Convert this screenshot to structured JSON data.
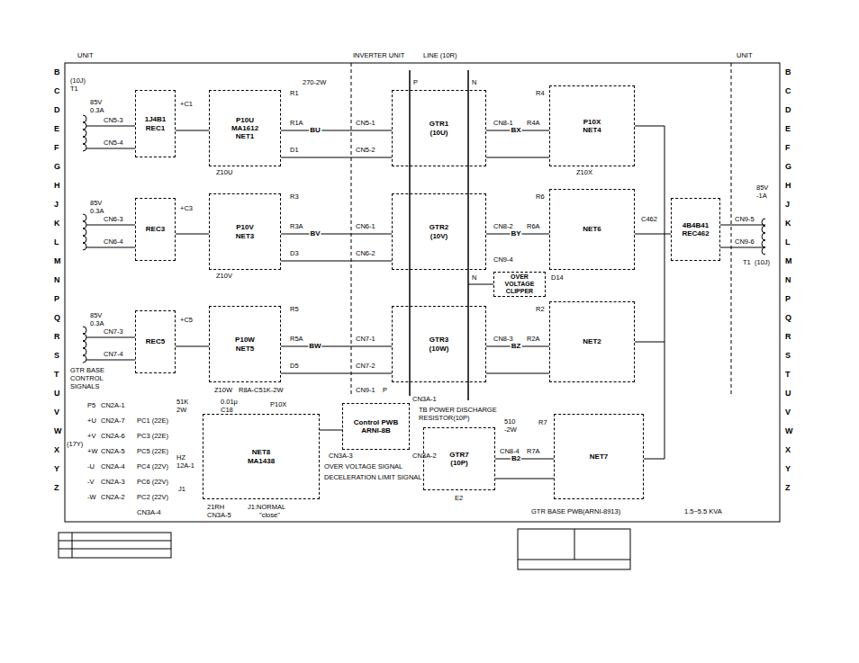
{
  "diagram": {
    "nodes": [
      {
        "text": [
          "1J4B1",
          "REC1"
        ]
      },
      {
        "text": [
          "P10U",
          "MA1612",
          "NET1"
        ]
      },
      {
        "text": [
          "GTR1",
          "(10U)"
        ]
      },
      {
        "text": [
          "P10X",
          "NET4"
        ]
      },
      {
        "text": [
          "REC3"
        ]
      },
      {
        "text": [
          "P10V",
          "NET3"
        ]
      },
      {
        "text": [
          "GTR2",
          "(10V)"
        ]
      },
      {
        "text": [
          "NET6"
        ]
      },
      {
        "text": [
          "4B4B41",
          "REC462"
        ]
      },
      {
        "text": [
          "OVER VOLTAGE CLIPPER"
        ]
      },
      {
        "text": [
          "REC5"
        ]
      },
      {
        "text": [
          "P10W",
          "NET5"
        ]
      },
      {
        "text": [
          "GTR3",
          "(10W)"
        ]
      },
      {
        "text": [
          "NET2"
        ]
      },
      {
        "text": [
          "NET8",
          "MA1438"
        ]
      },
      {
        "text": [
          "Control PWB",
          "ARNI-8B"
        ]
      },
      {
        "text": [
          "GTR7",
          "(10P)"
        ]
      },
      {
        "text": [
          "NET7"
        ]
      }
    ],
    "edges": [
      {
        "from": 0,
        "to": 1,
        "arrow": "none"
      },
      {
        "from": 1,
        "to": 2,
        "label": "BU",
        "arrow": "none"
      },
      {
        "from": 3,
        "to": 2,
        "label": "BX",
        "arrow": "none"
      },
      {
        "from": 4,
        "to": 5,
        "arrow": "none"
      },
      {
        "from": 5,
        "to": 6,
        "label": "BV",
        "arrow": "none"
      },
      {
        "from": 7,
        "to": 6,
        "label": "BY",
        "arrow": "none"
      },
      {
        "from": 8,
        "to": 7,
        "arrow": "none"
      },
      {
        "from": 10,
        "to": 11,
        "arrow": "none"
      },
      {
        "from": 11,
        "to": 12,
        "label": "BW",
        "arrow": "none"
      },
      {
        "from": 13,
        "to": 12,
        "label": "BZ",
        "arrow": "none"
      },
      {
        "from": 17,
        "to": 16,
        "label": "B2",
        "arrow": "none"
      },
      {
        "from": 14,
        "to": 15,
        "arrow": "none"
      }
    ],
    "labels": [
      "B",
      "C",
      "D",
      "E",
      "F",
      "G",
      "H",
      "J",
      "K",
      "L",
      "M",
      "N",
      "P",
      "Q",
      "R",
      "S",
      "T",
      "U",
      "V",
      "W",
      "X",
      "Y",
      "Z",
      "B",
      "C",
      "D",
      "E",
      "F",
      "G",
      "H",
      "J",
      "K",
      "L",
      "M",
      "N",
      "P",
      "Q",
      "R",
      "S",
      "T",
      "U",
      "V",
      "W",
      "X",
      "Y",
      "Z",
      "UNIT",
      "INVERTER UNIT",
      "LINE (10R)",
      "UNIT",
      "(10J)",
      "T1",
      "85V",
      "0.3A",
      "CN5-3",
      "CN5-4",
      "+C1",
      "R1",
      "270-2W",
      "R1A",
      "CN5-1",
      "D1",
      "CN5-2",
      "Z10U",
      "P",
      "N",
      "CN8-1",
      "R4A",
      "R4",
      "Z10X",
      "85V",
      "0.3A",
      "CN6-3",
      "CN6-4",
      "+C3",
      "R3",
      "R3A",
      "CN6-1",
      "D3",
      "CN6-2",
      "Z10V",
      "CN8-2",
      "R6A",
      "R6",
      "C462",
      "85V",
      "-1A",
      "CN9-5",
      "CN9-6",
      "T1",
      "(10J)",
      "CN9-4",
      "N",
      "D14",
      "85V",
      "0.3A",
      "CN7-3",
      "CN7-4",
      "+C5",
      "R5",
      "R5A",
      "CN7-1",
      "D5",
      "CN7-2",
      "Z10W",
      "R8A-C51K-2W",
      "CN9-1",
      "P",
      "CN8-3",
      "R2A",
      "R2",
      "GTR BASE",
      "CONTROL",
      "SIGNALS",
      "P5",
      "+U",
      "+V",
      "+W",
      "-U",
      "-V",
      "-W",
      "CN2A-1",
      "CN2A-7",
      "CN2A-6",
      "CN2A-5",
      "CN2A-4",
      "CN2A-3",
      "CN2A-2",
      "PC1 (22E)",
      "PC3 (22E)",
      "PC5 (22E)",
      "PC4 (22V)",
      "PC6 (22V)",
      "PC2 (22V)",
      "(17Y)",
      "CN3A-4",
      "51K",
      "2W",
      "0.01μ",
      "C18",
      "P10X",
      "HZ",
      "12A-1",
      "J1",
      "21RH",
      "CN3A-5",
      "J1:NORMAL",
      "\"close\"",
      "CN3A-1",
      "CN3A-3",
      "CN3A-2",
      "OVER VOLTAGE SIGNAL",
      "DECELERATION LIMIT SIGNAL",
      "TB POWER DISCHARGE",
      "RESISTOR(10P)",
      "CN8-4",
      "R7A",
      "510",
      "-2W",
      "R7",
      "E2",
      "GTR BASE PWB(ARNI-8913)",
      "1.5~5.5 KVA"
    ]
  }
}
